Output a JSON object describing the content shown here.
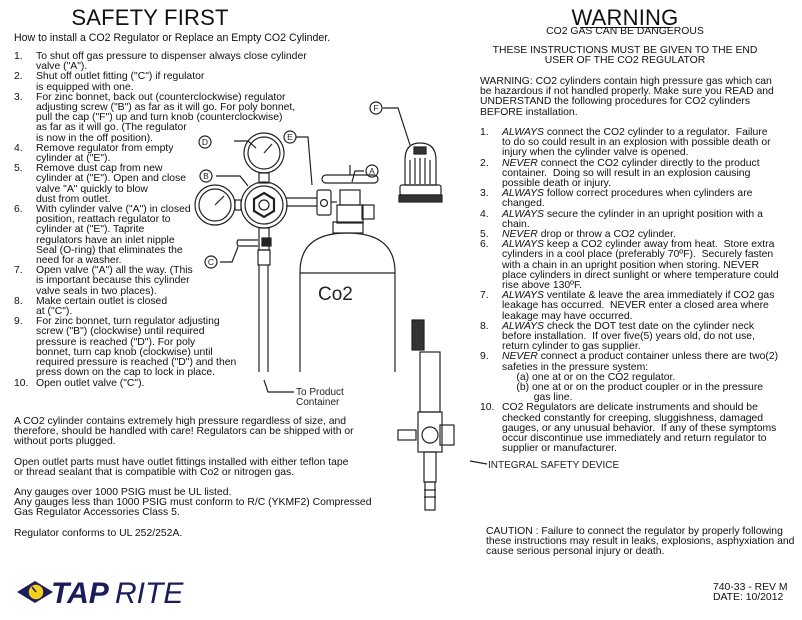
{
  "left": {
    "title": "SAFETY FIRST",
    "subtitle": "How to install a CO2 Regulator or Replace an Empty CO2 Cylinder.",
    "steps": [
      {
        "num": "1.",
        "lines": [
          "To shut off gas pressure to dispenser always close cylinder",
          "valve (\"A\")."
        ]
      },
      {
        "num": "2.",
        "lines": [
          "Shut off outlet fitting (\"C\") if regulator",
          "is equipped with one."
        ]
      },
      {
        "num": "3.",
        "lines": [
          "For zinc bonnet, back out (counterclockwise) regulator",
          "adjusting screw (\"B\") as far as it will go. For poly bonnet,",
          "pull the cap (\"F\") up and turn knob (counterclockwise)",
          "as far as it will go.  (The regulator",
          "is now in the off position)."
        ]
      },
      {
        "num": "4.",
        "lines": [
          "Remove regulator from empty",
          "cylinder at (\"E\")."
        ]
      },
      {
        "num": "5.",
        "lines": [
          "Remove dust cap from new",
          "cylinder at (\"E\").  Open and close",
          "valve \"A\" quickly to blow",
          "dust from outlet."
        ]
      },
      {
        "num": "6.",
        "lines": [
          "With cylinder valve (\"A\") in closed",
          "position, reattach regulator to",
          "cylinder at (\"E\"). Taprite",
          "regulators have an inlet nipple",
          "Seal (O-ring) that eliminates the",
          "need for a washer."
        ]
      },
      {
        "num": "7.",
        "lines": [
          "Open valve (\"A\") all the way.  (This",
          "is important because this cylinder",
          "valve seals in two places)."
        ]
      },
      {
        "num": "8.",
        "lines": [
          "Make certain outlet is closed",
          "at (\"C\")."
        ]
      },
      {
        "num": "9.",
        "lines": [
          "For zinc bonnet, turn regulator adjusting",
          "screw (\"B\") (clockwise) until required",
          "pressure is reached (\"D\").  For poly",
          "bonnet, turn cap knob (clockwise) until",
          "required pressure is reached (\"D\") and then",
          "press down on the cap to lock in place."
        ]
      },
      {
        "num": "10.",
        "lines": [
          "Open outlet valve (\"C\")."
        ]
      }
    ],
    "paragraphs": [
      [
        "A CO2 cylinder contains extremely high pressure regardless of size, and",
        "therefore, should be handled with care! Regulators can be shipped with or",
        "without ports plugged."
      ],
      [
        "Open outlet parts must have outlet fittings installed with either teflon tape",
        "or thread sealant that is compatible with Co2 or nitrogen gas."
      ],
      [
        "Any gauges over 1000 PSIG must be UL listed.",
        "Any gauges less than 1000 PSIG must conform to R/C (YKMF2) Compressed",
        "Gas Regulator Accessories Class 5."
      ],
      [
        "Regulator conforms to UL 252/252A."
      ]
    ],
    "logo": "TAPRITE"
  },
  "illustration": {
    "labels": {
      "a": "A",
      "b": "B",
      "c": "C",
      "d": "D",
      "e": "E",
      "f": "F"
    },
    "cylinder_text": "Co2",
    "to_product": [
      "To Product",
      "Container"
    ],
    "integral_safety": "INTEGRAL SAFETY DEVICE"
  },
  "right": {
    "title": "WARNING",
    "subtitle": "CO2 GAS CAN BE DANGEROUS",
    "notice": [
      "THESE INSTRUCTIONS MUST BE GIVEN TO THE END",
      "USER OF THE CO2 REGULATOR"
    ],
    "intro": [
      "WARNING: CO2 cylinders contain high pressure gas which can",
      "be hazardous if not handled properly.  Make sure you READ and",
      "UNDERSTAND the following procedures for CO2 cylinders",
      "BEFORE installation."
    ],
    "rules": [
      {
        "num": "1.",
        "em": "ALWAYS",
        "lines": [
          " connect the CO2 cylinder to a regulator.  Failure",
          "to do so could result in an explosion with possible death or",
          "injury when the cylinder valve is opened."
        ]
      },
      {
        "num": "2.",
        "em": "NEVER",
        "lines": [
          " connect the CO2 cylinder directly to the product",
          "container.  Doing so will result in an explosion causing",
          "possible death or injury."
        ]
      },
      {
        "num": "3.",
        "em": "ALWAYS",
        "lines": [
          " follow correct procedures when cylinders are",
          "changed."
        ]
      },
      {
        "num": "4.",
        "em": "ALWAYS",
        "lines": [
          " secure the cylinder in an upright position with a",
          "chain."
        ]
      },
      {
        "num": "5.",
        "em": "NEVER",
        "lines": [
          " drop or throw a CO2 cylinder."
        ]
      },
      {
        "num": "6.",
        "em": "ALWAYS",
        "lines": [
          " keep a CO2 cylinder away from heat.  Store extra",
          "cylinders in a cool place (preferably 70ºF).  Securely fasten",
          "with a chain in an upright position when storing. NEVER",
          "place cylinders in direct sunlight or where temperature could",
          "rise above 130ºF."
        ]
      },
      {
        "num": "7.",
        "em": "ALWAYS",
        "lines": [
          " ventilate & leave the area immediately if CO2 gas",
          "leakage has occurred.  NEVER enter a closed area where",
          "leakage may have occurred."
        ]
      },
      {
        "num": "8.",
        "em": "ALWAYS",
        "lines": [
          " check the DOT test date on the cylinder neck",
          "before installation.  If over five(5) years old, do not use,",
          "return cylinder to gas supplier."
        ]
      },
      {
        "num": "9.",
        "em": "NEVER",
        "lines": [
          " connect a product container unless there are two(2)",
          "safeties in the pressure system:",
          "     (a) one at or on the CO2 regulator.",
          "     (b) one at or on the product coupler or in the pressure",
          "           gas line."
        ]
      },
      {
        "num": "10.",
        "em": "",
        "lines": [
          "CO2 Regulators are delicate instruments and should be",
          "checked constantly for creeping, sluggishness, damaged",
          "gauges, or any unusual behavior.  If any of these symptoms",
          "occur discontinue use immediately and return regulator to",
          "supplier or manufacturer."
        ]
      }
    ],
    "caution": [
      "CAUTION : Failure to connect the regulator by properly following",
      "these instructions may result in leaks, explosions, asphyxiation and",
      "cause serious personal injury or death."
    ],
    "doc_number": "740-33 - REV M",
    "date": "DATE: 10/2012"
  },
  "colors": {
    "logo_navy": "#1c1c5c",
    "logo_yellow": "#f2d21a"
  }
}
